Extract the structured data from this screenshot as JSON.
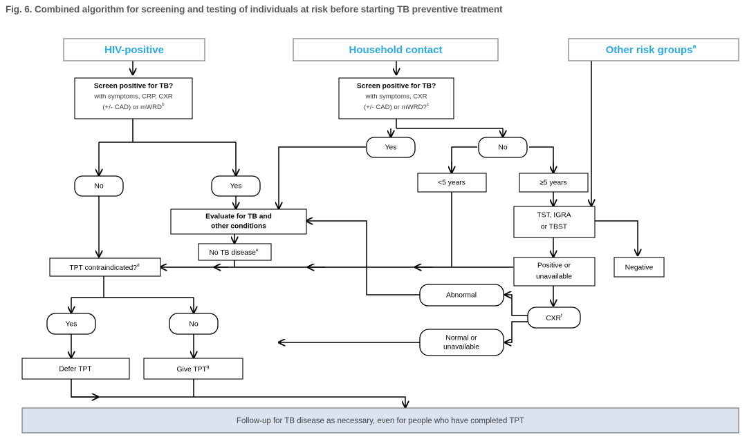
{
  "figure": {
    "title": "Fig. 6. Combined algorithm for screening and testing of individuals at risk before starting TB preventive treatment",
    "title_color": "#58595b",
    "accent_color": "#29ABE2",
    "banner_fill": "#dce3f0"
  },
  "columns": {
    "hiv": {
      "header": "HIV-positive",
      "screen_title": "Screen positive for TB?",
      "screen_line1": "with symptoms, CRP, CXR",
      "screen_line2": "(+/- CAD) or mWRD",
      "screen_footnote": "b"
    },
    "household": {
      "header": "Household contact",
      "screen_title": "Screen positive for TB?",
      "screen_line1": "with symptoms, CXR",
      "screen_line2": "(+/- CAD) or mWRD?",
      "screen_footnote": "c"
    },
    "other": {
      "header": "Other risk groups",
      "header_footnote": "a"
    }
  },
  "nodes": {
    "hiv_no": "No",
    "hiv_yes": "Yes",
    "hh_yes": "Yes",
    "hh_no": "No",
    "age_under5": "<5 years",
    "age_over5": "≥5 years",
    "evaluate_line1": "Evaluate for TB and",
    "evaluate_line2": "other conditions",
    "no_tb_disease": "No TB disease",
    "no_tb_disease_footnote": "e",
    "tpt_contraindicated": "TPT contraindicated?",
    "tpt_contraindicated_footnote": "d",
    "tpt_yes": "Yes",
    "tpt_no": "No",
    "defer_tpt": "Defer TPT",
    "give_tpt": "Give TPT",
    "give_tpt_footnote": "g",
    "tst_line1": "TST, IGRA",
    "tst_line2": "or TBST",
    "positive_line1": "Positive or",
    "positive_line2": "unavailable",
    "negative": "Negative",
    "cxr": "CXR",
    "cxr_footnote": "f",
    "abnormal": "Abnormal",
    "normal_line1": "Normal or",
    "normal_line2": "unavailable"
  },
  "banner": {
    "text": "Follow-up for TB disease as necessary, even for people who have completed TPT"
  }
}
